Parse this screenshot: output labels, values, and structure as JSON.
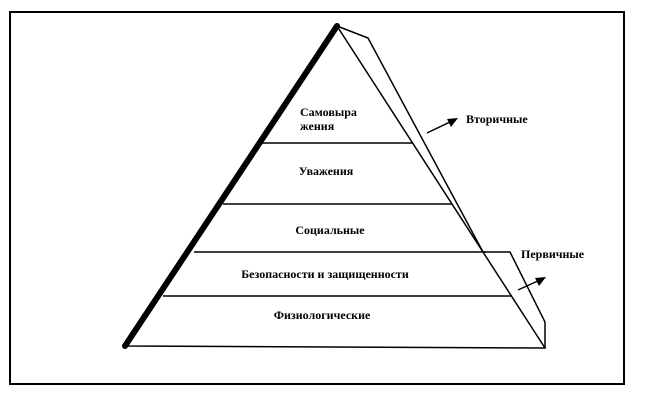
{
  "diagram": {
    "levels": [
      {
        "id": "self-actualization",
        "label_lines": [
          "Самовыра",
          "жения"
        ]
      },
      {
        "id": "esteem",
        "label_lines": [
          "Уважения"
        ]
      },
      {
        "id": "social",
        "label_lines": [
          "Социальные"
        ]
      },
      {
        "id": "safety",
        "label_lines": [
          "Безопасности и защищенности"
        ]
      },
      {
        "id": "physiological",
        "label_lines": [
          "Физиологические"
        ]
      }
    ],
    "groups": {
      "secondary": "Вторичные",
      "primary": "Первичные"
    }
  }
}
